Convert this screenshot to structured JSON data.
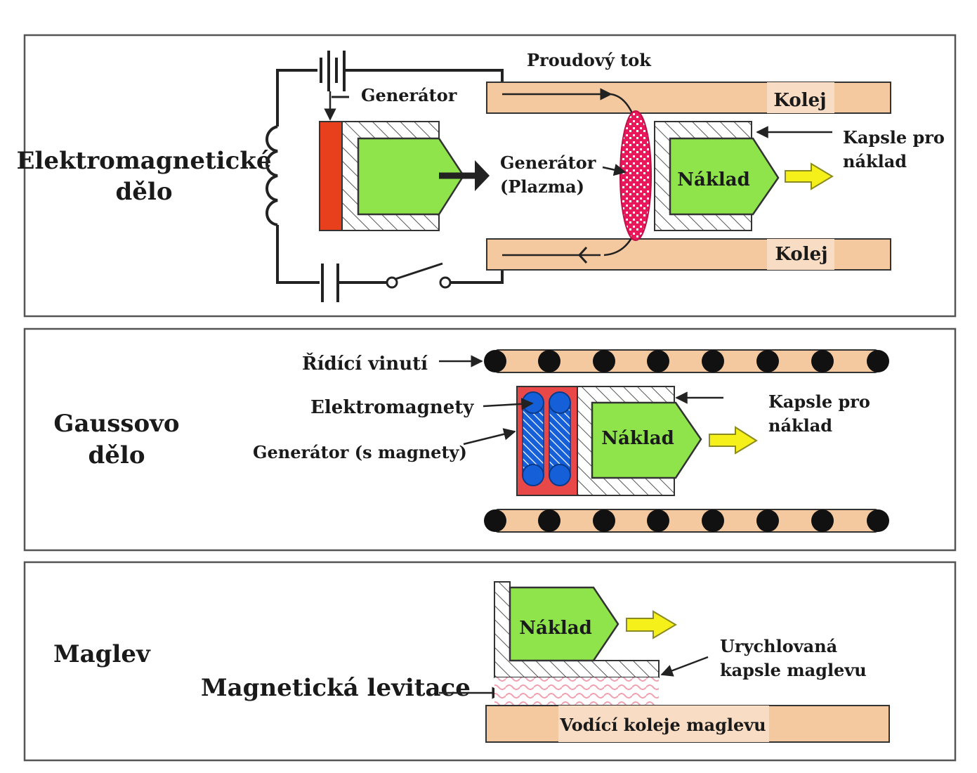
{
  "railgun": {
    "title_line1": "Elektromagnetické",
    "title_line2": "dělo",
    "current_flow": "Proudový tok",
    "generator": "Generátor",
    "rail_top": "Kolej",
    "rail_bottom": "Kolej",
    "plasma_line1": "Generátor",
    "plasma_line2": "(Plazma)",
    "payload": "Náklad",
    "capsule_line1": "Kapsle pro",
    "capsule_line2": "náklad"
  },
  "gauss": {
    "title_line1": "Gaussovo",
    "title_line2": "dělo",
    "control_winding": "Řídící vinutí",
    "electromagnets": "Elektromagnety",
    "generator_magnets": "Generátor (s magnety)",
    "payload": "Náklad",
    "capsule_line1": "Kapsle pro",
    "capsule_line2": "náklad"
  },
  "maglev": {
    "title": "Maglev",
    "levitation": "Magnetická levitace",
    "payload": "Náklad",
    "capsule_line1": "Urychlovaná",
    "capsule_line2": "kapsle maglevu",
    "guide_rail": "Vodící koleje maglevu"
  },
  "colors": {
    "rail": "#f5c9a0",
    "payload": "#8ee44a",
    "generator_plate": "#e8401c",
    "plasma": "#e8185a",
    "gauss_generator": "#e84848",
    "electromagnet": "#1560d8",
    "motion_arrow": "#f5f01a",
    "levitation": "#f0a0b0"
  }
}
